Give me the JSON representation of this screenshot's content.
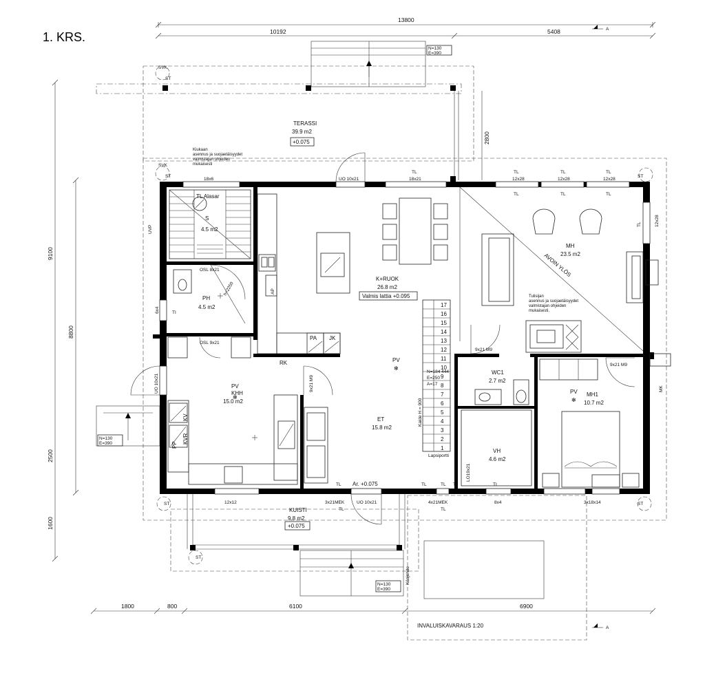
{
  "title": "1. KRS.",
  "dimensions": {
    "total_width": "13800",
    "left_width": "10192",
    "right_width": "5408",
    "left_height": "9100",
    "height_8800": "8800",
    "height_2500": "2500",
    "height_1600": "1600",
    "bottom_1800": "1800",
    "bottom_800": "800",
    "bottom_6100": "6100",
    "bottom_6900": "6900",
    "terrace_depth": "2800",
    "h_2250": "h=2250"
  },
  "level_boxes": {
    "top": {
      "n": "N=130",
      "e": "E=390"
    },
    "left": {
      "n": "N=130",
      "e": "E=390"
    },
    "bottom": {
      "n": "N=130",
      "e": "E=390"
    }
  },
  "rooms": {
    "terassi": {
      "name": "TERASSI",
      "area": "39.9 m2",
      "level": "+0.075"
    },
    "sauna": {
      "name": "S",
      "area": "4.5 m2",
      "extra": "TL Alasar"
    },
    "ph": {
      "name": "PH",
      "area": "4.5 m2"
    },
    "kruok": {
      "name": "K+RUOK",
      "area": "26.8 m2",
      "level": "Valmis lattia +0.095"
    },
    "mh": {
      "name": "MH",
      "area": "23.5 m2"
    },
    "khh": {
      "name": "KHH",
      "area": "15.0 m2"
    },
    "et": {
      "name": "ET",
      "area": "15.8 m2"
    },
    "wc1": {
      "name": "WC1",
      "area": "2.7 m2"
    },
    "vh": {
      "name": "VH",
      "area": "4.6 m2"
    },
    "mh1": {
      "name": "MH1",
      "area": "10.7 m2"
    },
    "kuisti": {
      "name": "KUISTI",
      "area": "9.8 m2",
      "level": "+0.075"
    }
  },
  "labels": {
    "svk1": "SVK",
    "svk2": "SVK",
    "st": "ST",
    "uvp": "UVP",
    "win_18x6": "18x6",
    "uo_top": "UO 10x21",
    "tl_top": "TL",
    "win_18x21": "18x21",
    "tl_1": "TL",
    "tl_2": "TL",
    "tl_3": "TL",
    "win_12x28_a": "12x28",
    "win_12x28_b": "12x28",
    "win_12x28_c": "12x28",
    "tl_right": "TL",
    "win_12x28_right": "12x28",
    "osl_8x21": "OSL 8x21",
    "osl_9x21": "OSL 9x21",
    "ap": "AP",
    "pa": "PA",
    "jk": "JK",
    "rk": "RK",
    "pv_1": "PV",
    "pv_2": "PV",
    "pv_3": "PV",
    "uo_left": "UO 10x21",
    "win_6x4": "6x4",
    "ti_left": "TI",
    "door_9x21_m9": "9x21 M9",
    "door_9x21_m9_b": "9x21 M9",
    "door_9x21_m9_c": "9x21 M9",
    "kv": "KV",
    "kvr": "KVR",
    "pp": "PP",
    "mk": "MK",
    "stair_numbers": [
      "17",
      "16",
      "15",
      "14",
      "13",
      "12",
      "11",
      "10",
      "9",
      "8",
      "7",
      "6",
      "5",
      "4",
      "3",
      "2",
      "1"
    ],
    "stair_note_1": "N=184 444",
    "stair_note_2": "E=250",
    "stair_note_3": "A=17",
    "kaide": "Kaide H = 900",
    "lapsiportti": "Lapsiportti",
    "lo19x21": "LO19x21",
    "ar": "Ar. +0.075",
    "tl_b1": "TL",
    "tl_b2": "TL",
    "tl_b3": "TL",
    "tl_b4": "TL",
    "ti_b": "TI",
    "ti_b2": "TI",
    "win_12x12": "12x12",
    "mek_3x21": "3x21MEK",
    "uo_bottom": "UO 10x21",
    "mek_4x21": "4x21MEK",
    "win_8x4": "8x4",
    "win_3x18x14": "3x18x14",
    "kaiteet_note": [
      "Kiukaan",
      "asennus ja suojaetäisyydet",
      "valmistajan ohjeiden",
      "mukaisesti"
    ],
    "tulisija_note": [
      "Tulisijan",
      "asennus ja suojaetäisyydet",
      "valmistajan ohjeiden",
      "mukaisesti."
    ],
    "avoin_ylos": "AVOIN YLÖS",
    "kaupoite": "Käsjohde",
    "invaluiska": "INVALUISKAVARAUS 1:20",
    "section_a": "A"
  },
  "colors": {
    "line": "#000000",
    "background": "#ffffff"
  }
}
